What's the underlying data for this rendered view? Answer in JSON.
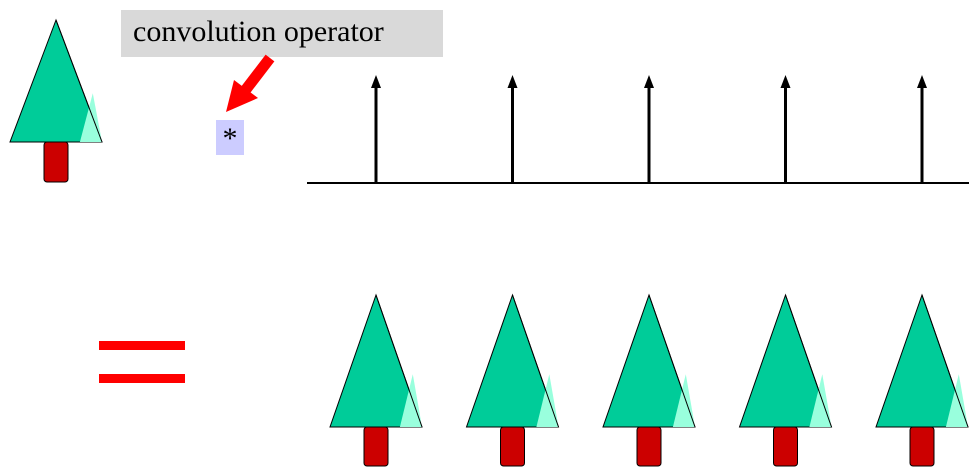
{
  "annotation": {
    "label": "convolution operator",
    "label_background": "#d9d9d9",
    "arrow_color": "#ff0000"
  },
  "operator": {
    "symbol": "*",
    "background": "#ccccff"
  },
  "equals": {
    "color": "#ff0000"
  },
  "tree": {
    "crown_color": "#00cc99",
    "highlight_color": "#99ffdd",
    "trunk_color": "#cc0000"
  },
  "impulse_train": {
    "impulse_count": 5,
    "line_color": "#000000"
  },
  "result": {
    "tree_count": 5
  }
}
